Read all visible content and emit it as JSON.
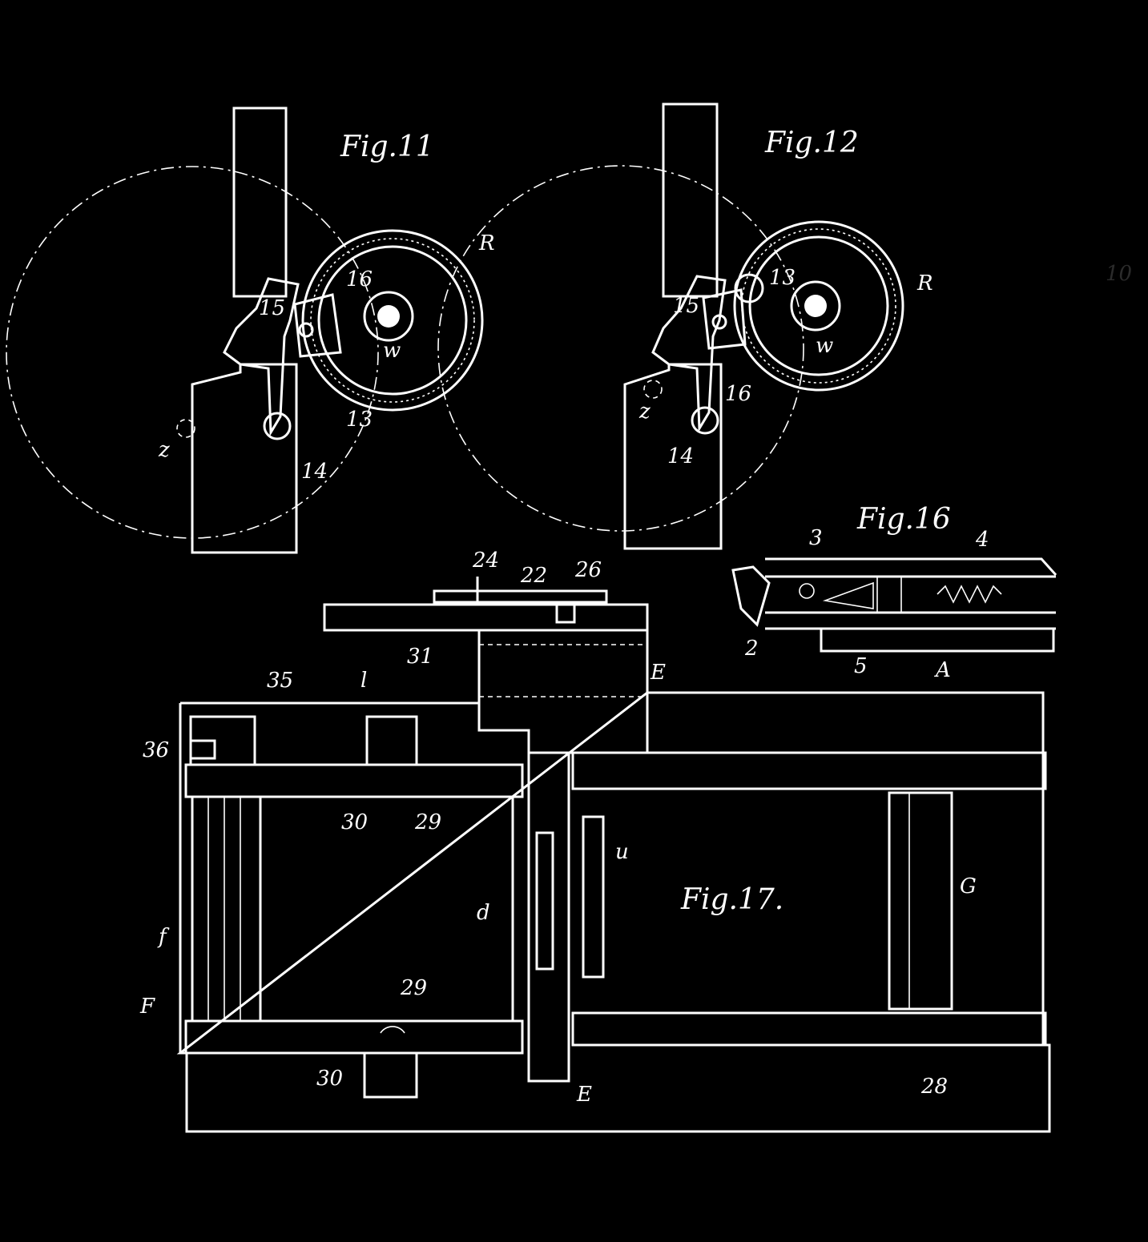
{
  "figures": {
    "fig11": {
      "title": "Fig.11",
      "labels": {
        "R": "R",
        "n16": "16",
        "n15": "15",
        "w": "w",
        "n13": "13",
        "z": "z",
        "n14": "14"
      }
    },
    "fig12": {
      "title": "Fig.12",
      "labels": {
        "n13": "13",
        "R": "R",
        "n15": "15",
        "w": "w",
        "z": "z",
        "n16": "16",
        "n14": "14"
      }
    },
    "fig16": {
      "title": "Fig.16",
      "labels": {
        "n3": "3",
        "n4": "4",
        "n2": "2",
        "n5": "5",
        "A": "A"
      }
    },
    "fig17": {
      "title": "Fig.17.",
      "labels": {
        "n24": "24",
        "n22": "22",
        "n26": "26",
        "n31": "31",
        "E_top": "E",
        "n35": "35",
        "l": "l",
        "n36": "36",
        "n30_top": "30",
        "n29_top": "29",
        "u": "u",
        "d": "d",
        "G": "G",
        "f": "f",
        "F": "F",
        "n29_bot": "29",
        "n30_bot": "30",
        "E_bot": "E",
        "n28": "28"
      }
    }
  },
  "margin_marks": {
    "m10": "10"
  }
}
